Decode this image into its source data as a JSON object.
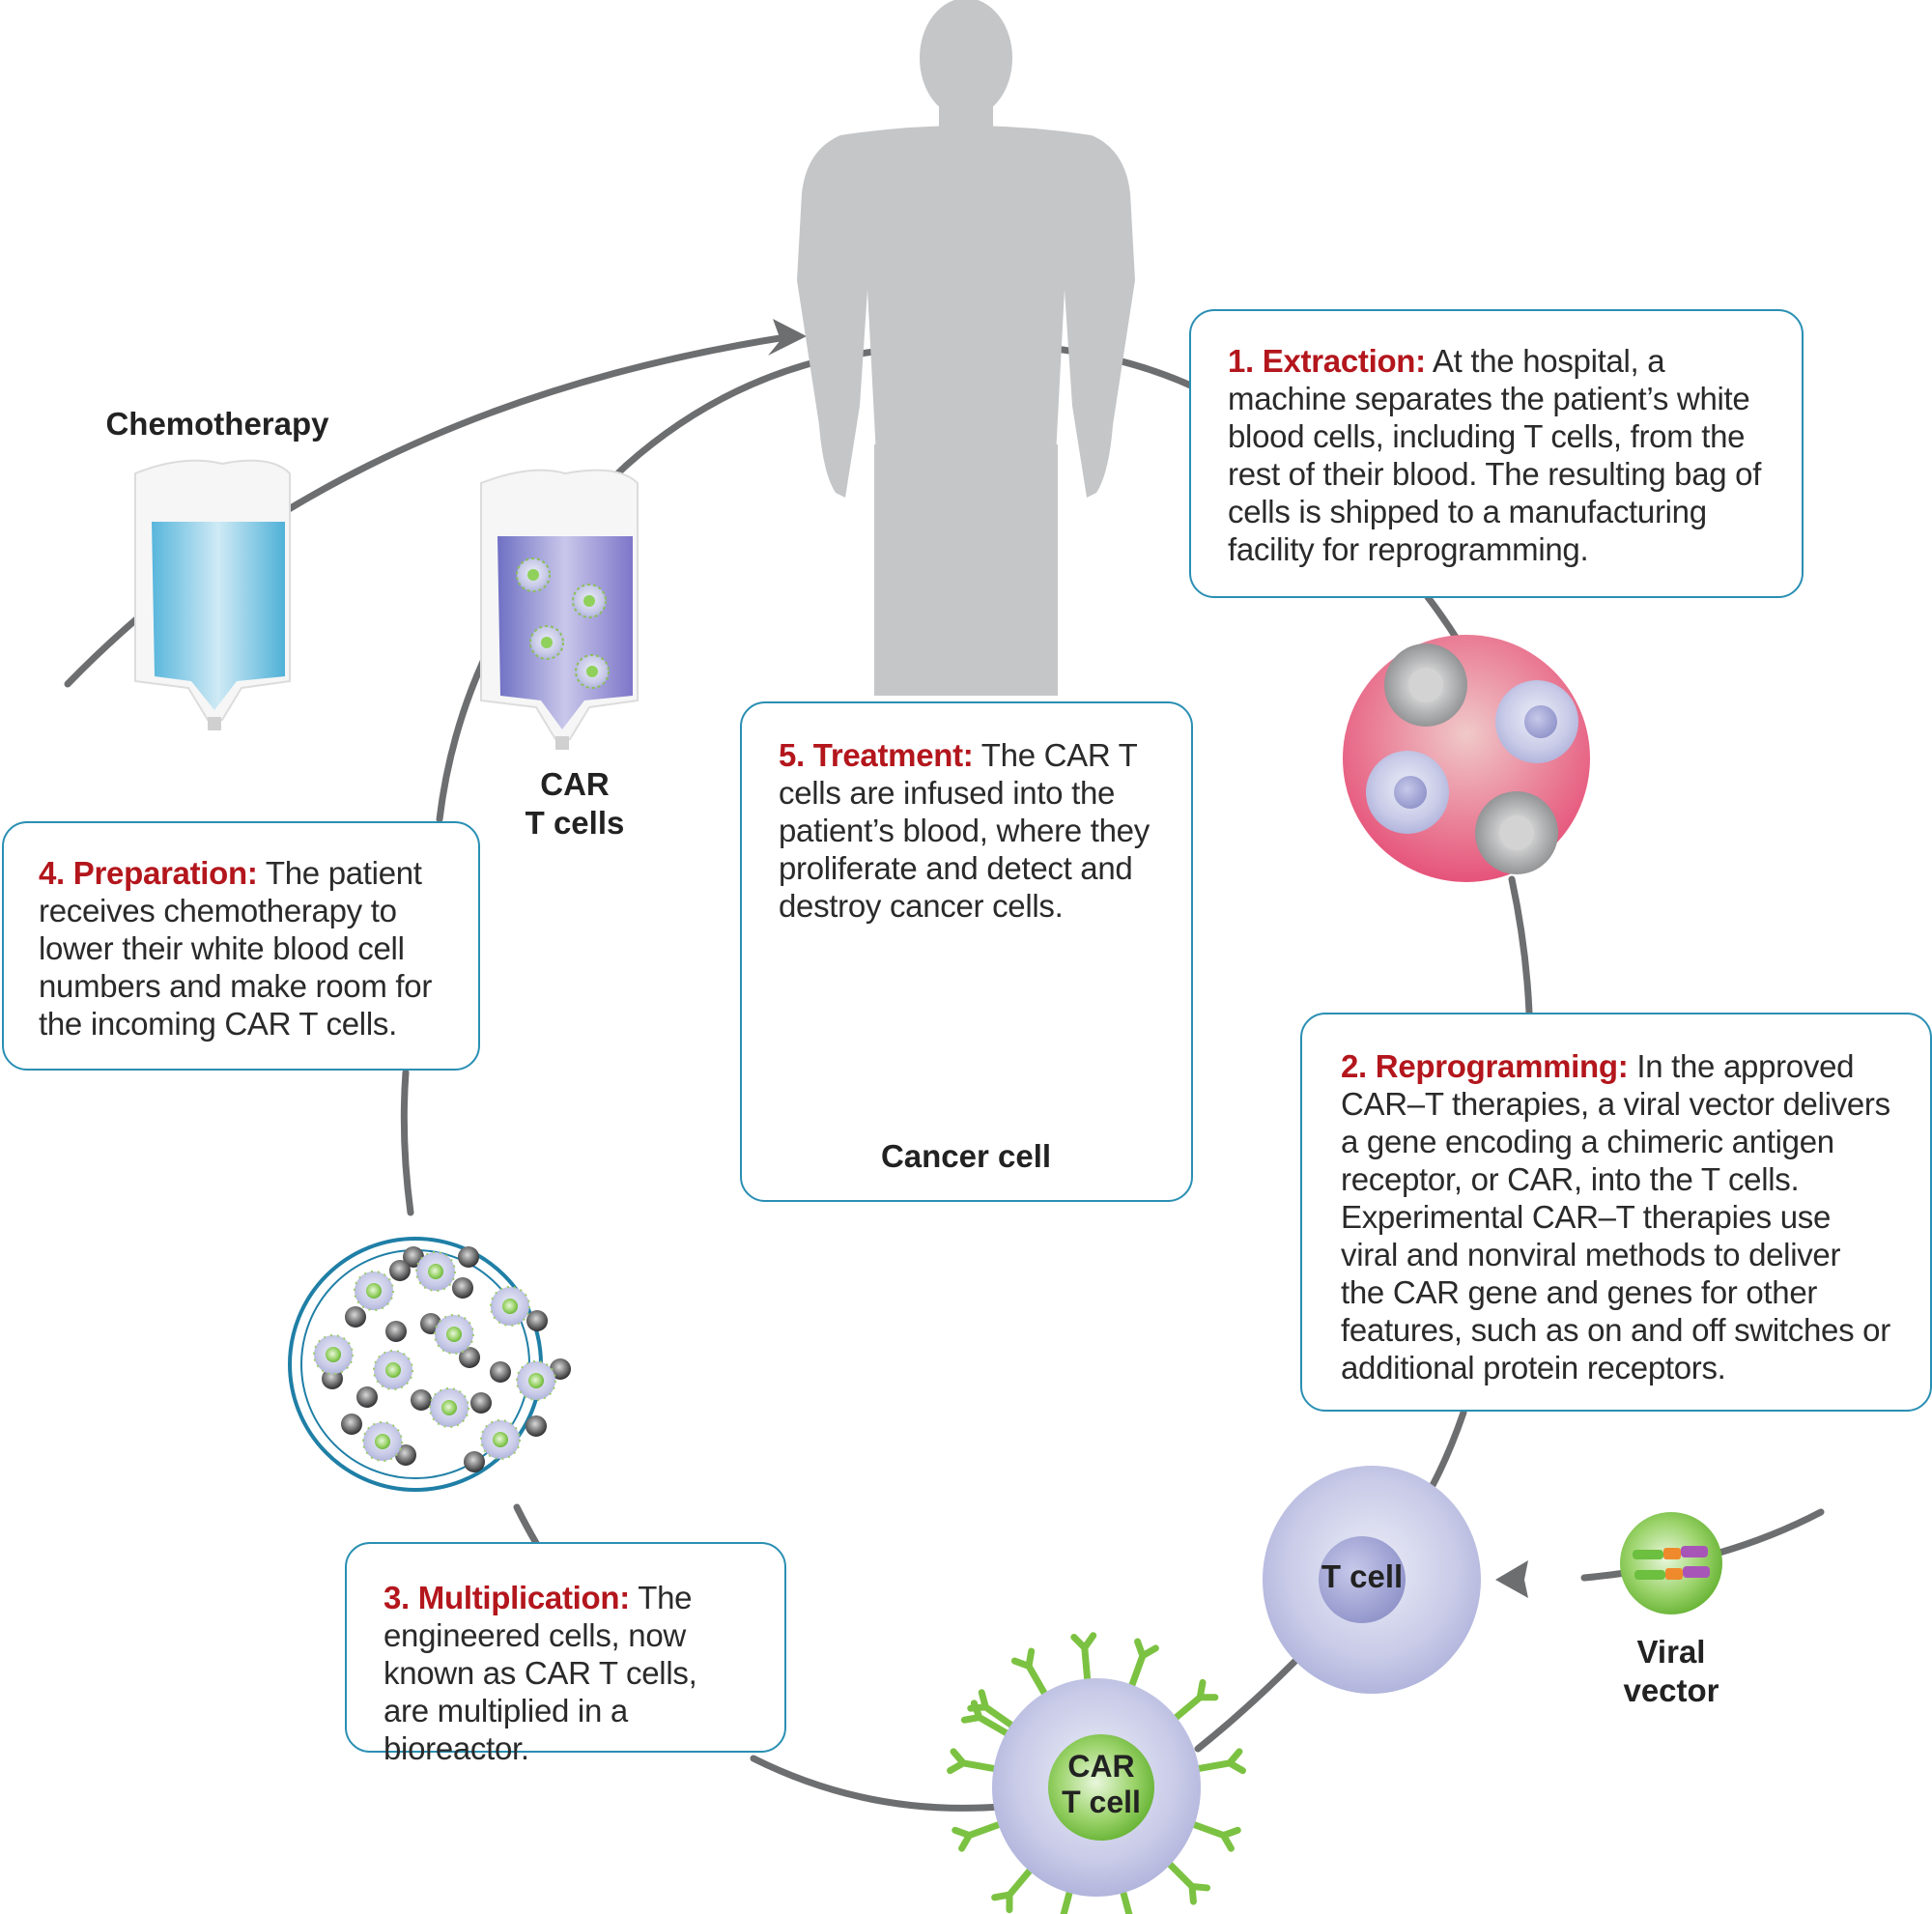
{
  "diagram": {
    "title_implied": "CAR T-cell therapy process",
    "steps": [
      {
        "id": 1,
        "heading": "1. Extraction:",
        "body": "At the hospital, a machine separates the patient’s white blood cells, including T cells, from the rest of their blood. The resulting bag of cells is shipped to a manufacturing facility for reprogramming."
      },
      {
        "id": 2,
        "heading": "2. Reprogramming:",
        "body": "In the approved CAR–T therapies, a viral vector delivers a gene encoding a chimeric antigen receptor, or CAR, into the T cells. Experimental CAR–T therapies use viral and nonviral methods to deliver the CAR gene and genes for other features, such as on and off switches or additional protein receptors."
      },
      {
        "id": 3,
        "heading": "3. Multiplication:",
        "body": "The engineered cells, now known as CAR T cells, are multiplied in a bioreactor."
      },
      {
        "id": 4,
        "heading": "4. Preparation:",
        "body": "The patient receives chemotherapy to lower their white blood cell numbers and make room for the incoming CAR T cells."
      },
      {
        "id": 5,
        "heading": "5. Treatment:",
        "body": "The CAR T cells are infused into the patient’s blood, where they proliferate and detect and destroy cancer cells."
      }
    ],
    "labels": {
      "chemotherapy": "Chemotherapy",
      "car_t_cells_bag_line1": "CAR",
      "car_t_cells_bag_line2": "T cells",
      "t_cell": "T cell",
      "car_t_cell_line1": "CAR",
      "car_t_cell_line2": "T cell",
      "viral_vector_line1": "Viral",
      "viral_vector_line2": "vector",
      "cancer_cell": "Cancer cell"
    },
    "colors": {
      "heading_red": "#b3161c",
      "box_border": "#2a8fb3",
      "path_gray": "#6d6e70",
      "body_silhouette": "#c4c6c8",
      "t_cell_lavender": "#c5c8e6",
      "car_nucleus_green": "#7cc242",
      "blood_pink": "#e8627f",
      "chemo_blue": "#7fc8e6",
      "car_bag_purple": "#8e8fd0"
    }
  }
}
